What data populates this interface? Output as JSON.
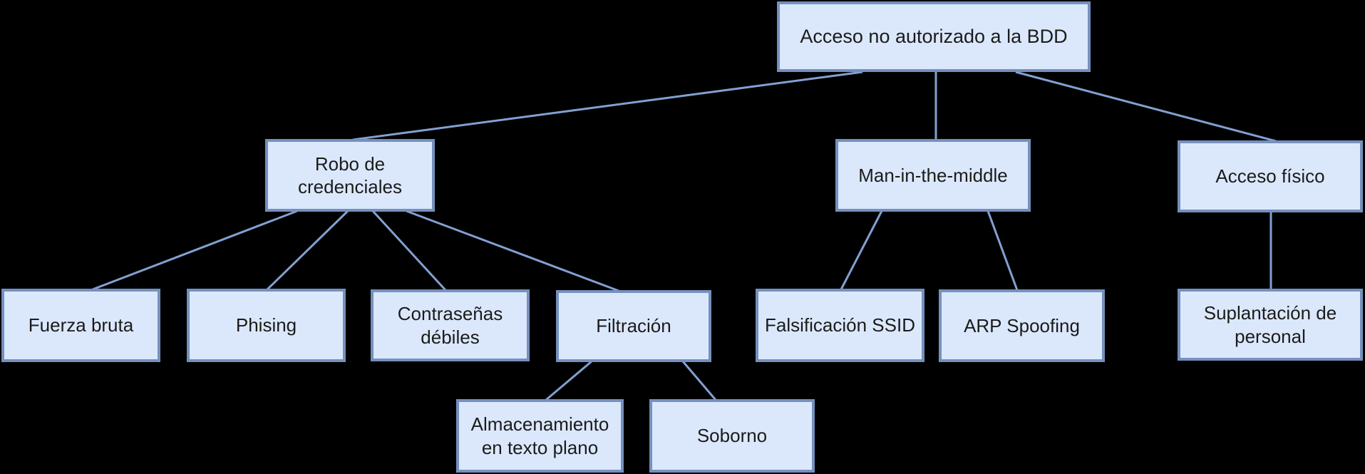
{
  "diagram": {
    "type": "tree",
    "description": "Attack tree: unauthorized access to the database"
  },
  "colors": {
    "background": "#000000",
    "node_fill": "#dbe8fc",
    "node_border": "#7590bd",
    "connector": "#82a0d2",
    "text": "#1b1b1b"
  },
  "nodes": {
    "root": {
      "label": "Acceso no autorizado a la BDD"
    },
    "robo": {
      "label": "Robo de credenciales"
    },
    "mitm": {
      "label": "Man-in-the-middle"
    },
    "fisico": {
      "label": "Acceso físico"
    },
    "fuerza": {
      "label": "Fuerza bruta"
    },
    "phising": {
      "label": "Phising"
    },
    "contrasenas": {
      "label": "Contraseñas débiles"
    },
    "filtracion": {
      "label": "Filtración"
    },
    "falsificacion": {
      "label": "Falsificación SSID"
    },
    "arp": {
      "label": "ARP Spoofing"
    },
    "suplantacion": {
      "label": "Suplantación de personal"
    },
    "almacenamiento": {
      "label": "Almacenamiento en texto plano"
    },
    "soborno": {
      "label": "Soborno"
    }
  },
  "edges": [
    {
      "from": "root",
      "to": "robo"
    },
    {
      "from": "root",
      "to": "mitm"
    },
    {
      "from": "root",
      "to": "fisico"
    },
    {
      "from": "robo",
      "to": "fuerza"
    },
    {
      "from": "robo",
      "to": "phising"
    },
    {
      "from": "robo",
      "to": "contrasenas"
    },
    {
      "from": "robo",
      "to": "filtracion"
    },
    {
      "from": "mitm",
      "to": "falsificacion"
    },
    {
      "from": "mitm",
      "to": "arp"
    },
    {
      "from": "fisico",
      "to": "suplantacion"
    },
    {
      "from": "filtracion",
      "to": "almacenamiento"
    },
    {
      "from": "filtracion",
      "to": "soborno"
    }
  ]
}
